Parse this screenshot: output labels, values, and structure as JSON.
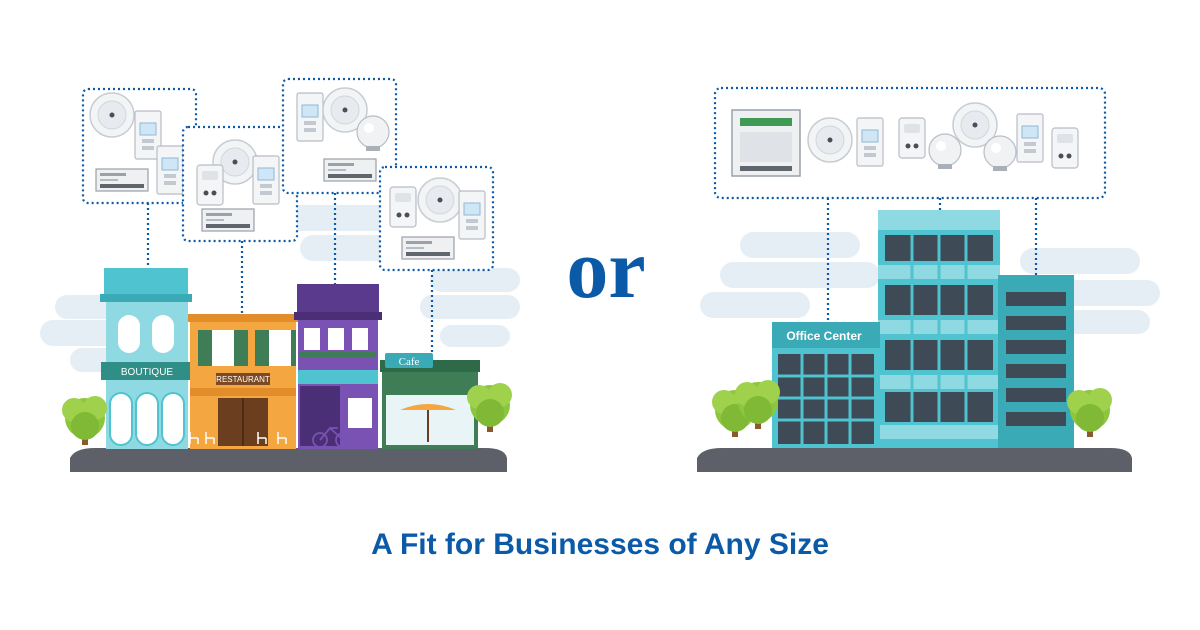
{
  "connector_word": "or",
  "caption": "A Fit for Businesses of Any Size",
  "street": {
    "signs": {
      "boutique": "BOUTIQUE",
      "restaurant": "RESTAURANT",
      "cafe": "Cafe"
    }
  },
  "office": {
    "sign": "Office Center"
  },
  "colors": {
    "brand_blue": "#0a5aa8",
    "teal": "#4fc3cf",
    "orange": "#f4a640",
    "purple": "#7a52b3",
    "green_shop": "#3f7d56",
    "tree_green": "#8cc63f",
    "ground": "#5d6068",
    "cloud": "#e6eef5",
    "dotted_line": "#0a5aa8"
  }
}
